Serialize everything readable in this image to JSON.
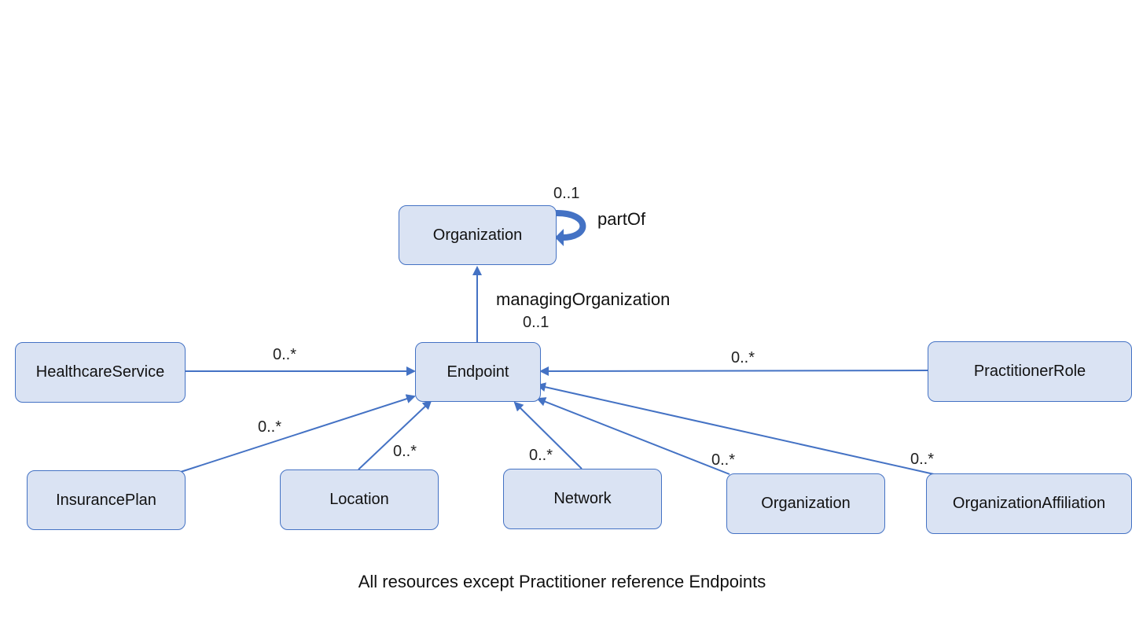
{
  "colors": {
    "box_fill": "#dae3f3",
    "box_border": "#4472c4",
    "arrow": "#4472c4"
  },
  "nodes": {
    "organization_top": "Organization",
    "endpoint": "Endpoint",
    "healthcare_service": "HealthcareService",
    "practitioner_role": "PractitionerRole",
    "insurance_plan": "InsurancePlan",
    "location": "Location",
    "network": "Network",
    "organization_bottom": "Organization",
    "organization_affiliation": "OrganizationAffiliation"
  },
  "edges": {
    "part_of": {
      "label": "partOf",
      "multiplicity": "0..1"
    },
    "managing_organization": {
      "label": "managingOrganization",
      "multiplicity": "0..1"
    },
    "healthcare_service": {
      "multiplicity": "0..*"
    },
    "practitioner_role": {
      "multiplicity": "0..*"
    },
    "insurance_plan": {
      "multiplicity": "0..*"
    },
    "location": {
      "multiplicity": "0..*"
    },
    "network": {
      "multiplicity": "0..*"
    },
    "organization_bottom": {
      "multiplicity": "0..*"
    },
    "organization_affiliation": {
      "multiplicity": "0..*"
    }
  },
  "caption": "All resources except Practitioner reference Endpoints"
}
